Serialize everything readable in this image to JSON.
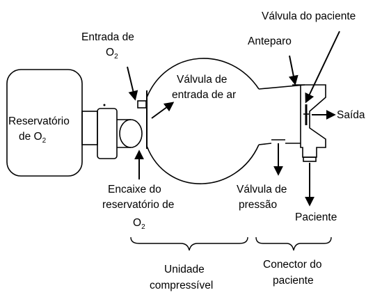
{
  "labels": {
    "valvula_paciente": "Válvula do paciente",
    "anteparo": "Anteparo",
    "entrada_o2_line1": "Entrada de",
    "entrada_o2_line2_base": "O",
    "entrada_o2_line2_sub": "2",
    "valvula_entrada_ar_line1": "Válvula de",
    "valvula_entrada_ar_line2": "entrada de ar",
    "reservatorio_line1": "Reservatório",
    "reservatorio_line2_base": "de O",
    "reservatorio_line2_sub": "2",
    "saida": "Saída",
    "encaixe_line1": "Encaixe do",
    "encaixe_line2": "reservatório de",
    "encaixe_line3_base": "O",
    "encaixe_line3_sub": "2",
    "valvula_pressao_line1": "Válvula de",
    "valvula_pressao_line2": "pressão",
    "paciente": "Paciente",
    "unidade_line1": "Unidade",
    "unidade_line2": "compressível",
    "conector_line1": "Conector do",
    "conector_line2": "paciente"
  },
  "colors": {
    "stroke": "#000000",
    "background": "#ffffff"
  }
}
